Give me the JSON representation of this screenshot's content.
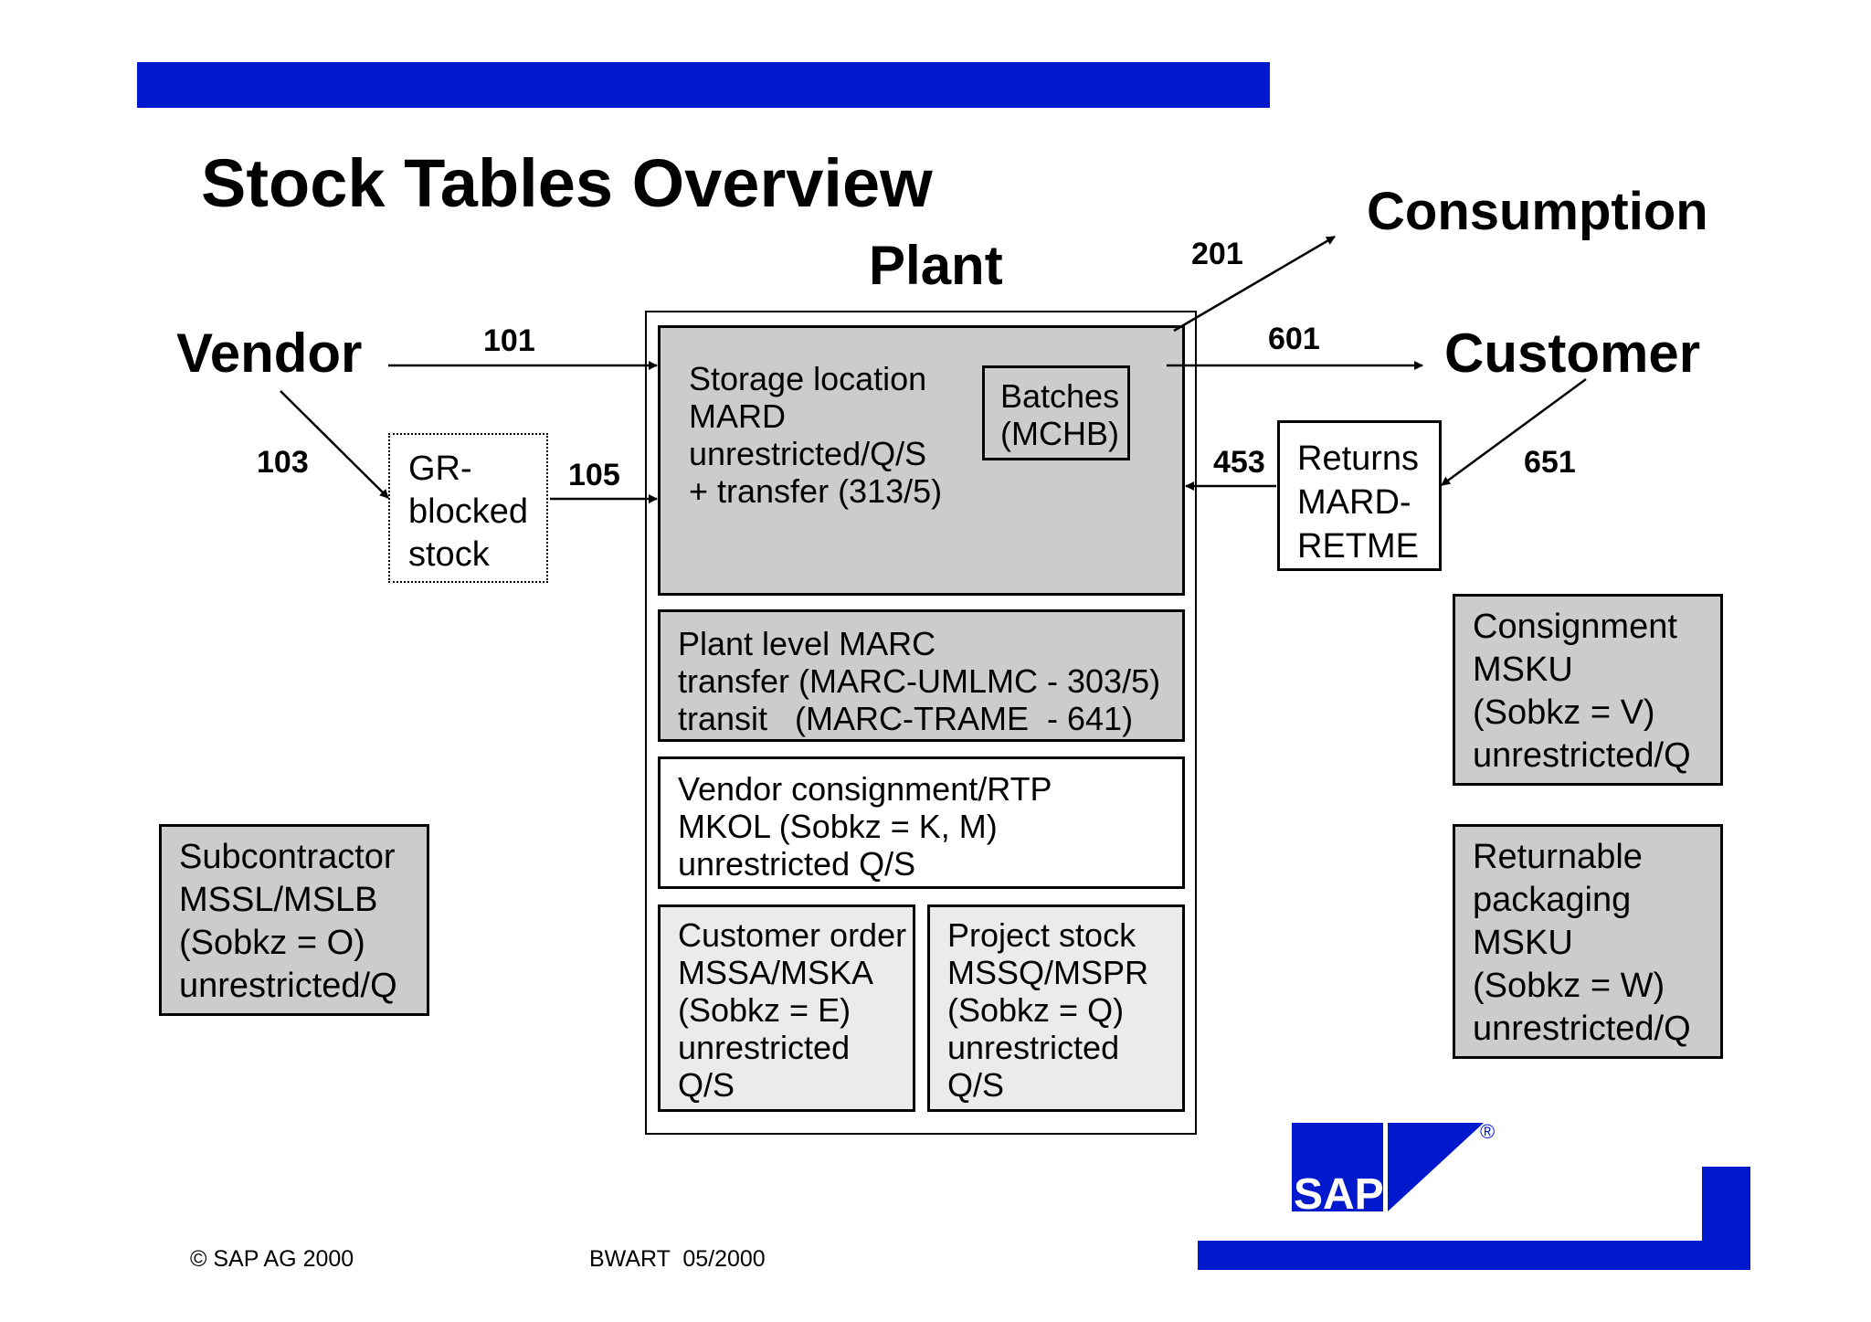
{
  "title": "Stock Tables Overview",
  "labels": {
    "plant": "Plant",
    "vendor": "Vendor",
    "customer": "Customer",
    "consumption": "Consumption"
  },
  "movement_types": {
    "m101": "101",
    "m103": "103",
    "m105": "105",
    "m201": "201",
    "m601": "601",
    "m453": "453",
    "m651": "651"
  },
  "gr_blocked": [
    "GR-",
    "blocked",
    "stock"
  ],
  "storage_location": [
    "Storage location",
    "MARD",
    "unrestricted/Q/S",
    "+ transfer (313/5)"
  ],
  "batches": [
    "Batches",
    "(MCHB)"
  ],
  "returns": [
    "Returns",
    "MARD-",
    "RETME"
  ],
  "plant_level": [
    "Plant level MARC",
    "transfer (MARC-UMLMC - 303/5)",
    "transit   (MARC-TRAME  - 641)"
  ],
  "vendor_consignment": [
    "Vendor consignment/RTP",
    "MKOL (Sobkz = K, M)",
    "unrestricted Q/S"
  ],
  "customer_order": [
    "Customer order",
    "MSSA/MSKA",
    "(Sobkz = E)",
    "unrestricted",
    "Q/S"
  ],
  "project_stock": [
    "Project stock",
    "MSSQ/MSPR",
    "(Sobkz = Q)",
    "unrestricted",
    "Q/S"
  ],
  "subcontractor": [
    "Subcontractor",
    "MSSL/MSLB",
    "(Sobkz = O)",
    "unrestricted/Q"
  ],
  "consignment": [
    "Consignment",
    "MSKU",
    "(Sobkz = V)",
    "unrestricted/Q"
  ],
  "returnable_packaging": [
    "Returnable",
    "packaging",
    "MSKU",
    "(Sobkz = W)",
    "unrestricted/Q"
  ],
  "footer": {
    "copyright": "© SAP AG 2000",
    "code": "BWART  05/2000"
  },
  "logo": {
    "text": "SAP",
    "registered": "®"
  },
  "colors": {
    "brand_blue": "#0019cc",
    "box_grey": "#cccccc",
    "box_light_grey": "#ebebeb"
  }
}
